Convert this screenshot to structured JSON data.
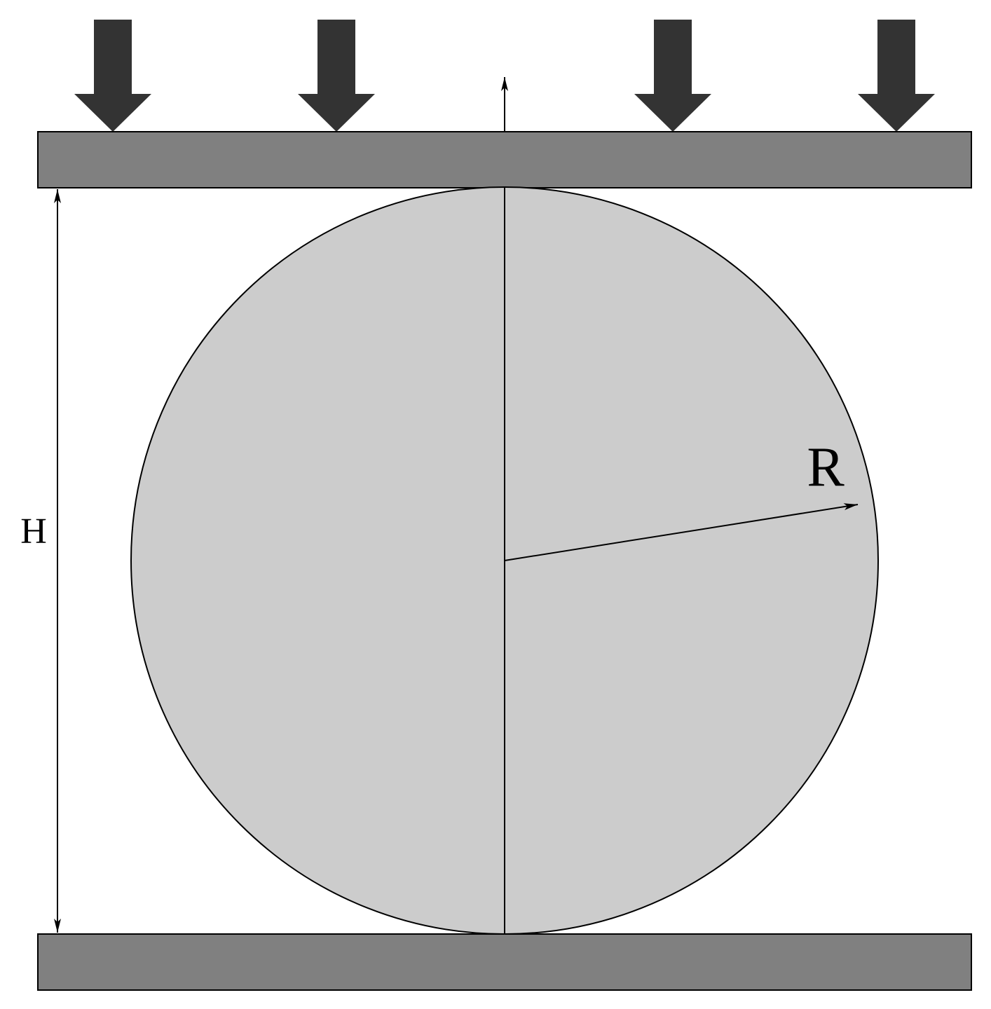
{
  "labels": {
    "height": "H",
    "radius": "R"
  },
  "colors": {
    "plate": "#808080",
    "load_arrow": "#333333",
    "disk": "#cccccc",
    "outline": "#000000",
    "background": "#ffffff"
  },
  "load_arrows": {
    "count": 4
  }
}
